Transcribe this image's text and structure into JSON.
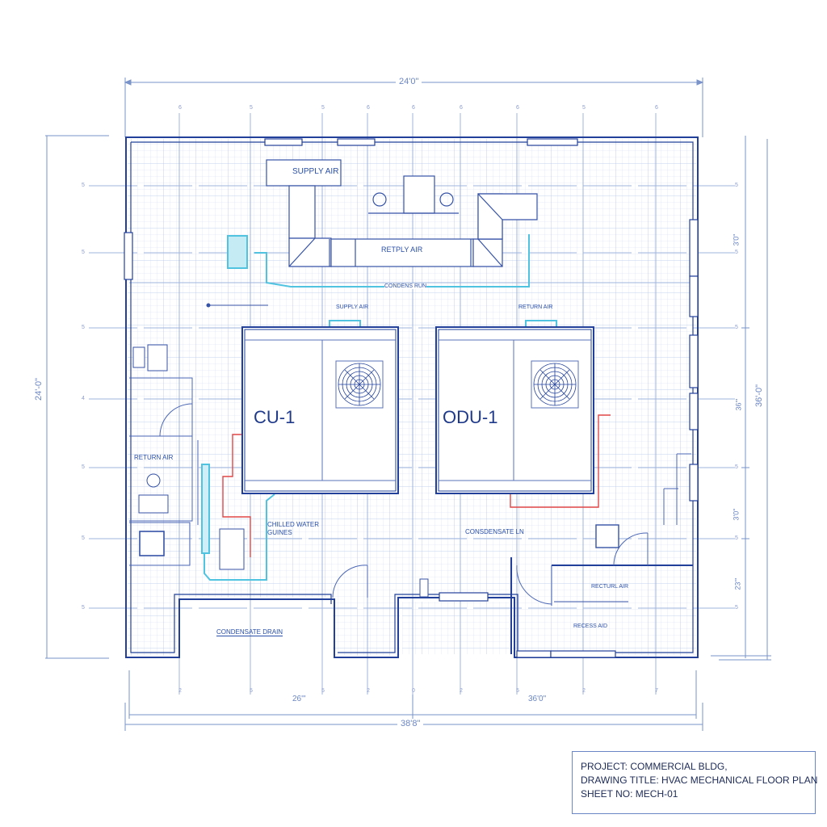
{
  "drawing": {
    "dimensions": {
      "top_overall": "24'0\"",
      "bottom_overall": "38'8\"",
      "bottom_left_segment": "26'\"",
      "bottom_right_segment": "36'0\"",
      "left_overall": "24'-0\"",
      "right_overall": "36'-0\"",
      "right_segment_1": "3'0\"",
      "right_segment_2": "36'\"",
      "right_segment_3": "3'0\"",
      "right_segment_4": "23'\""
    },
    "equipment": [
      {
        "tag": "CU-1"
      },
      {
        "tag": "ODU-1"
      }
    ],
    "labels": {
      "supply_air_top": "SUPPLY AIR",
      "return_air_duct": "RETPLY AIR",
      "condensate_run": "CONDENS RUN",
      "supply_air_cu": "SUPPLY AIR",
      "return_air_odu": "RETURN AIR",
      "return_air_left": "RETURN AIR",
      "chilled_water": "CHILLED WATER",
      "chilled_water_2": "GUINES",
      "condensate_line": "CONSDENSATE LN",
      "condensate_drain": "CONDENSATE DRAIN",
      "return_air_room": "RECTURL AIR",
      "recess_mid": "RECESS AID"
    },
    "ticks_top": [
      "6",
      "5",
      "5",
      "6",
      "6",
      "6",
      "6",
      "5",
      "6"
    ],
    "ticks_bottom": [
      "2",
      "5",
      "5",
      "2",
      "0",
      "2",
      "5",
      "2",
      "7"
    ],
    "ticks_left": [
      "5",
      "5",
      "5",
      "4",
      "5",
      "5",
      "5"
    ],
    "ticks_right": [
      "5",
      "5",
      "5",
      "5",
      "5",
      "5"
    ]
  },
  "title_block": {
    "project": "PROJECT: COMMERCIAL BLDG,",
    "drawing_title": "DRAWING TITLE: HVAC MECHANICAL FLOOR PLAN",
    "sheet_no": "SHEET NO: MECH-01"
  },
  "colors": {
    "wall": "#22409a",
    "grid_minor": "#d6e0f2",
    "grid_major": "#9fb4dd",
    "chilled_pipe": "#4fc3e0",
    "refrigerant": "#e04646",
    "dim_line": "#7a93c9"
  }
}
